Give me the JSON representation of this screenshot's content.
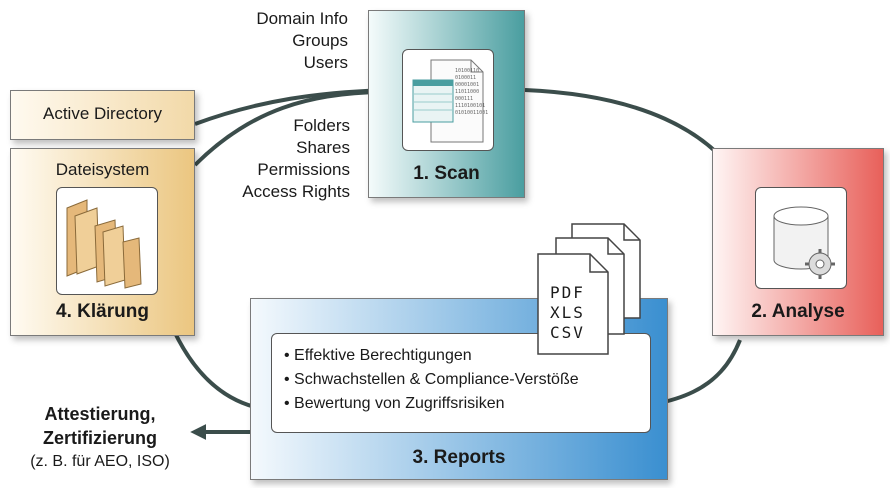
{
  "sources": {
    "active_directory": "Active Directory",
    "dateisystem": "Dateisystem"
  },
  "scan": {
    "title": "1. Scan",
    "ad_items": [
      "Domain Info",
      "Groups",
      "Users"
    ],
    "fs_items": [
      "Folders",
      "Shares",
      "Permissions",
      "Access Rights"
    ],
    "binary_lines": [
      "10100110",
      "0100011",
      "00001001",
      "11011000",
      "000111",
      "1110100101",
      "01010011001"
    ]
  },
  "analyse": {
    "title": "2. Analyse"
  },
  "reports": {
    "title": "3. Reports",
    "formats": [
      "PDF",
      "XLS",
      "CSV"
    ],
    "bullets": [
      "• Effektive Berechtigungen",
      "• Schwachstellen & Compliance-Verstöße",
      "• Bewertung von Zugriffsrisiken"
    ]
  },
  "klaerung": {
    "title": "4. Klärung"
  },
  "output": {
    "line1": "Attestierung,",
    "line2": "Zertifizierung",
    "line3": "(z. B. für AEO, ISO)"
  },
  "colors": {
    "arrow": "#3b4d4b",
    "scan": "#4a9ea0",
    "analyse": "#e8605a",
    "reports": "#3a8fd0",
    "klaerung": "#e7c27a"
  },
  "icons": {
    "scan": "document-table-icon",
    "analyse": "database-gear-icon",
    "reports": "documents-icon",
    "klaerung": "folders-icon"
  }
}
